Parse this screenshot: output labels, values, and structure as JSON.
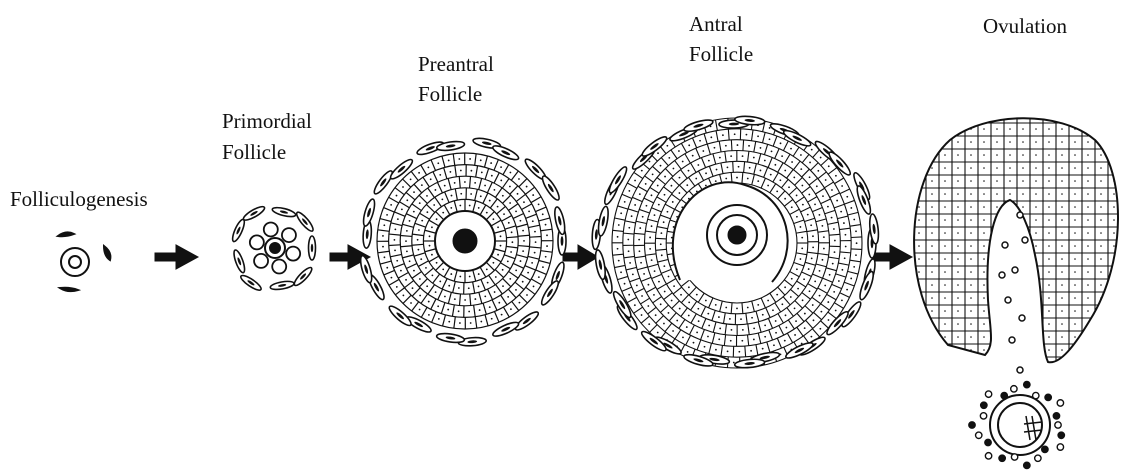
{
  "diagram": {
    "title": "Folliculogenesis",
    "stages": [
      {
        "id": "primordial",
        "line1": "Primordial",
        "line2": "Follicle"
      },
      {
        "id": "preantral",
        "line1": "Preantral",
        "line2": "Follicle"
      },
      {
        "id": "antral",
        "line1": "Antral",
        "line2": "Follicle"
      },
      {
        "id": "ovulation",
        "line1": "Ovulation",
        "line2": ""
      }
    ]
  },
  "colors": {
    "ink": "#111111",
    "background": "#ffffff"
  }
}
